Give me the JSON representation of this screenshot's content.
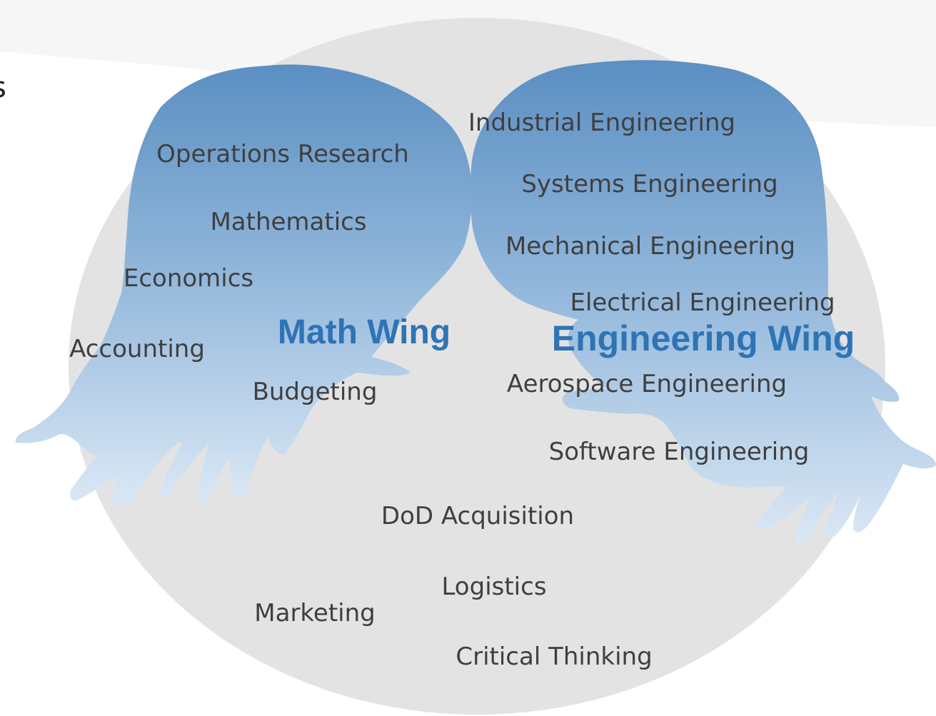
{
  "colors": {
    "circle": "#e3e3e3",
    "banner": "#f6f6f6",
    "wing_top": "#5b8fc2",
    "wing_bottom": "#dbe8f5",
    "wing_title": "#2e74b5",
    "skill_text": "#3f3f3f"
  },
  "edge_fragment": "s",
  "math_wing": {
    "title": "Math Wing",
    "skills": [
      "Operations Research",
      "Mathematics",
      "Economics",
      "Accounting",
      "Budgeting"
    ]
  },
  "engineering_wing": {
    "title": "Engineering Wing",
    "skills": [
      "Industrial Engineering",
      "Systems Engineering",
      "Mechanical Engineering",
      "Electrical Engineering",
      "Aerospace Engineering",
      "Software Engineering"
    ]
  },
  "shared_skills": [
    "DoD Acquisition",
    "Logistics",
    "Marketing",
    "Critical Thinking"
  ]
}
